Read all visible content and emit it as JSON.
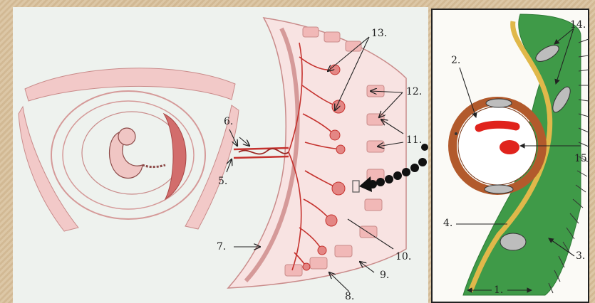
{
  "labels": {
    "l1": "1.",
    "l2": "2.",
    "l3": "3.",
    "l4": "4.",
    "l5": "5.",
    "l6": "6.",
    "l7": "7.",
    "l8": "8.",
    "l9": "9.",
    "l10": "10.",
    "l11": "11.",
    "l12": "12.",
    "l13": "13.",
    "l14": "14.",
    "l15": "15."
  },
  "colors": {
    "background": "#d9c4a3",
    "tissue_pink": "#e7a9a8",
    "vessel_red": "#c5322e",
    "villus_green": "#3f9a48",
    "membrane_yellow": "#e0b84a",
    "vessel_wall_brown": "#b25a2c",
    "connector_black": "#111111"
  }
}
